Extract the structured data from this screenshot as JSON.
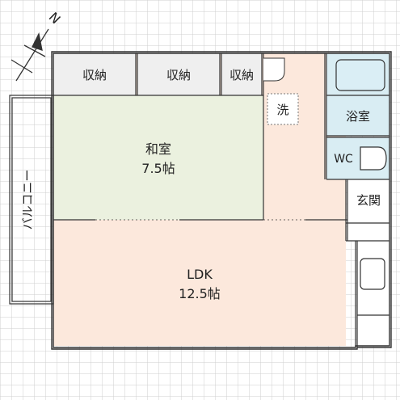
{
  "rooms": {
    "storage_1": "収納",
    "storage_2": "収納",
    "storage_3": "収納",
    "washroom": "洗",
    "bathroom": "浴室",
    "toilet": "WC",
    "entrance": "玄関",
    "washitsu_name": "和室",
    "washitsu_size": "7.5帖",
    "ldk_name": "LDK",
    "ldk_size": "12.5帖",
    "balcony": "バルコニー"
  },
  "compass": {
    "north": "N"
  },
  "colors": {
    "grid": "#cfcfcf",
    "wall": "#333333",
    "ldk_fill": "#fce8dc",
    "washitsu_fill": "#ebf1df",
    "storage_fill": "#efefef",
    "bath_fill": "#d9edf3",
    "fixture_fill": "#daeef5"
  }
}
